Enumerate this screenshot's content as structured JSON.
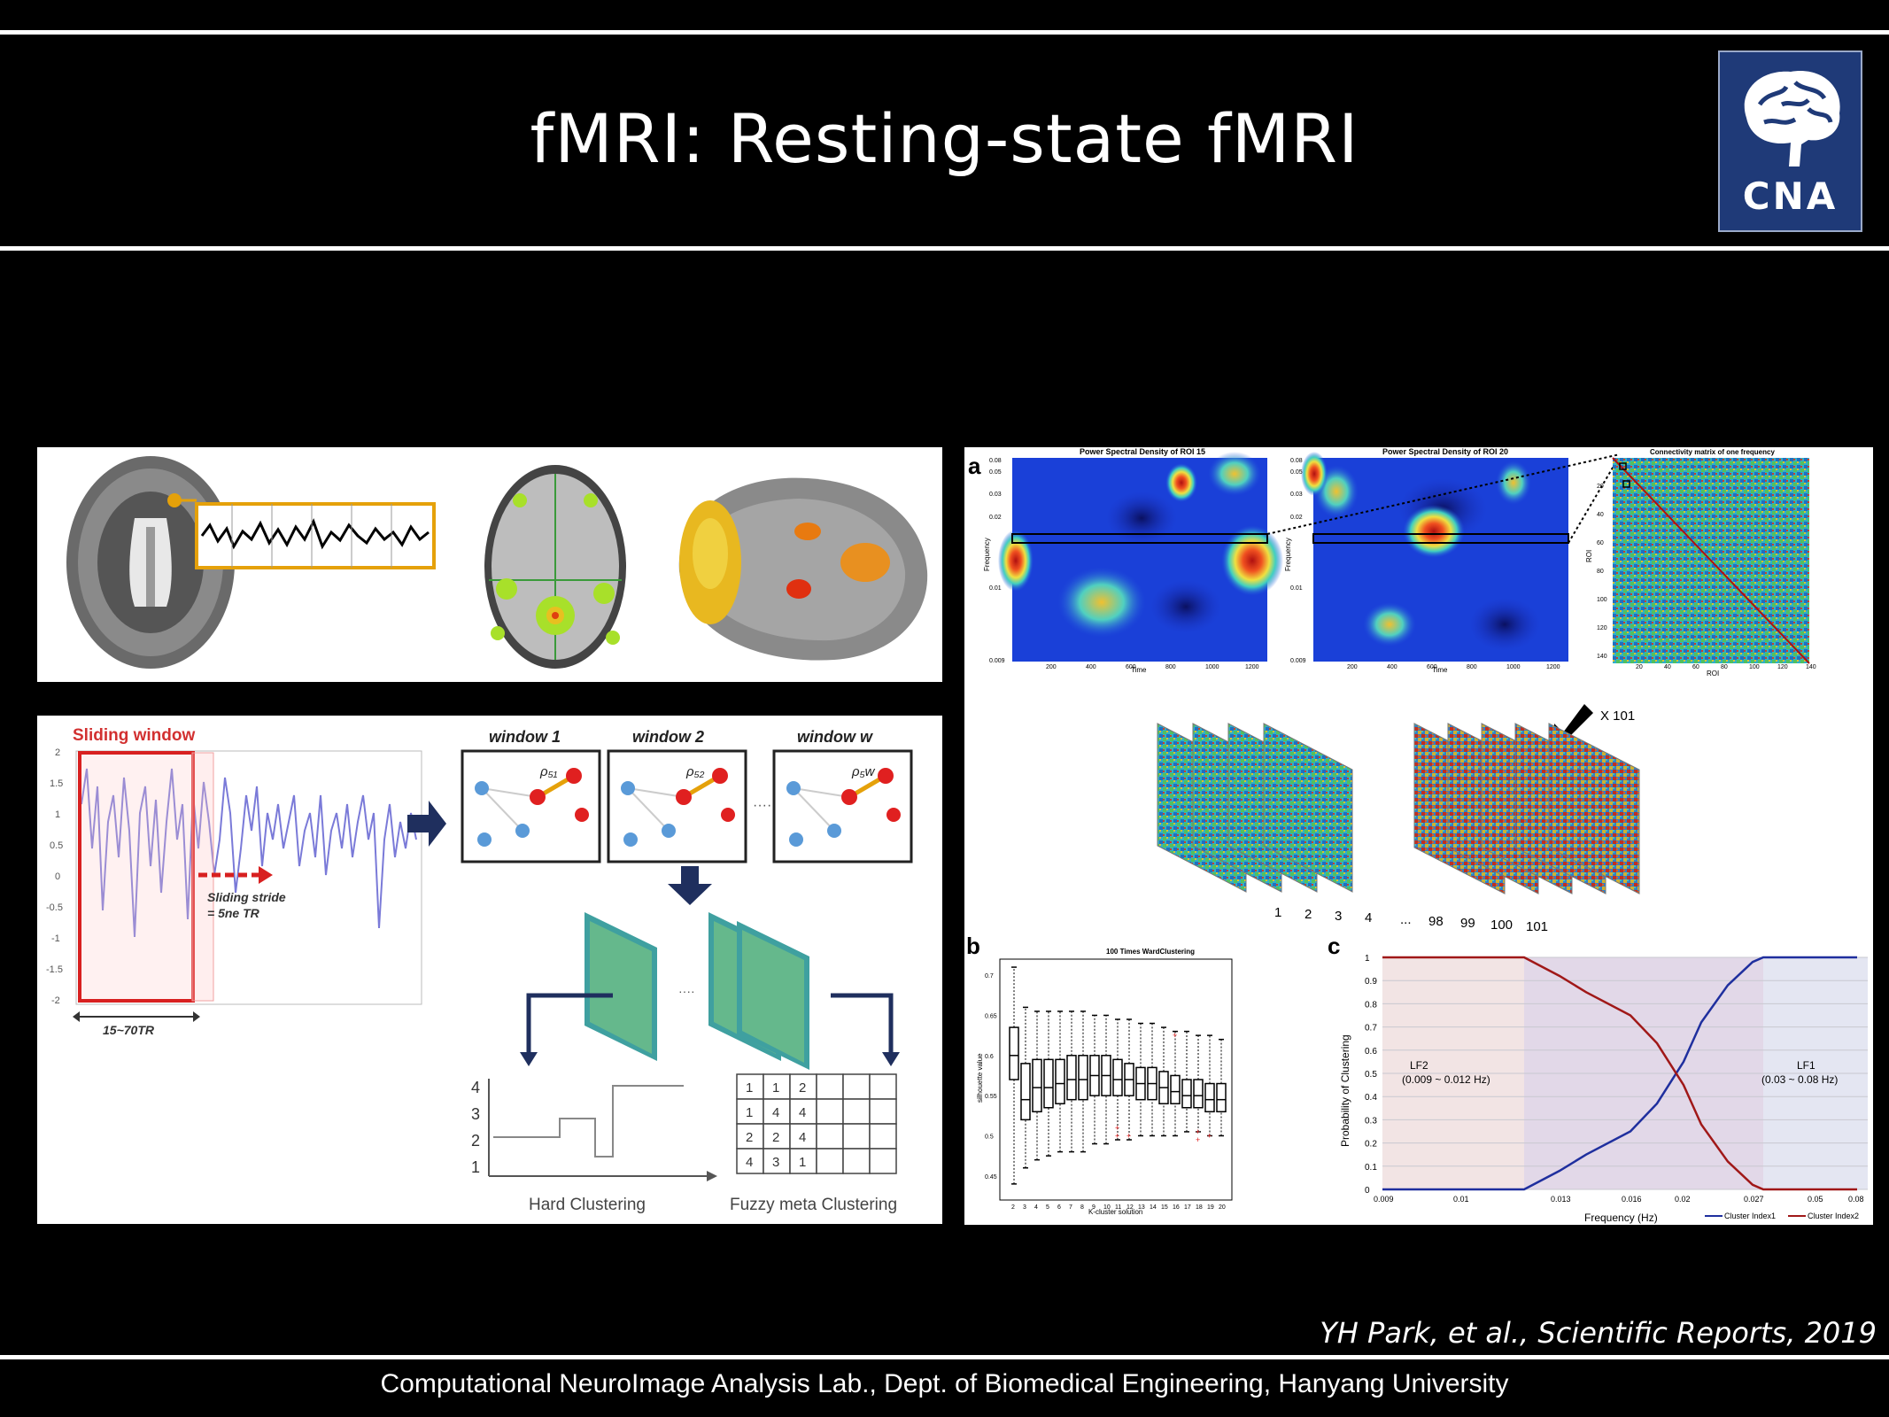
{
  "slide": {
    "title": "fMRI: Resting-state fMRI",
    "logo_text": "CNA",
    "citation": "YH Park, et al., Scientific Reports, 2019",
    "footer": "Computational NeuroImage Analysis Lab., Dept. of Biomedical Engineering, Hanyang University"
  },
  "sliding_panel": {
    "title": "Sliding window",
    "stride_label_1": "Sliding stride",
    "stride_label_2": "= 5ne TR",
    "width_label": "15~70TR",
    "yticks": [
      "2",
      "1.5",
      "1",
      "0.5",
      "0",
      "-0.5",
      "-1",
      "-1.5",
      "-2"
    ],
    "window_labels": [
      "window 1",
      "window 2",
      "window w"
    ],
    "rho_labels": [
      "ρ₅₁",
      "ρ₅₂",
      "ρ₅w"
    ],
    "hard_label": "Hard Clustering",
    "fuzzy_label": "Fuzzy meta Clustering",
    "hard_yticks": [
      "4",
      "3",
      "2",
      "1"
    ],
    "fuzzy_grid": [
      [
        "1",
        "1",
        "2"
      ],
      [
        "1",
        "4",
        "4"
      ],
      [
        "2",
        "2",
        "4"
      ],
      [
        "4",
        "3",
        "1"
      ]
    ]
  },
  "psd_panel": {
    "letter": "a",
    "title_1": "Power Spectral Density of ROI 15",
    "title_2": "Power Spectral Density of ROI 20",
    "title_3": "Connectivity matrix of one frequency",
    "ylabel": "Frequency",
    "xlabel": "Time",
    "yticks": [
      "0.08",
      "0.05",
      "0.03",
      "0.02",
      "0.01",
      "0.009"
    ],
    "xticks": [
      "200",
      "400",
      "600",
      "800",
      "1000",
      "1200"
    ],
    "roi_ticks_y": [
      "20",
      "40",
      "60",
      "80",
      "100",
      "120",
      "140"
    ],
    "roi_ticks_x": [
      "20",
      "40",
      "60",
      "80",
      "100",
      "120",
      "140"
    ],
    "roi_label": "ROI",
    "multiplier": "X 101",
    "stack_left_labels": [
      "1",
      "2",
      "3",
      "4"
    ],
    "stack_right_labels": [
      "...",
      "98",
      "99",
      "100",
      "101"
    ]
  },
  "chart_data": [
    {
      "type": "box",
      "letter": "b",
      "title": "100 Times WardClustering",
      "xlabel": "K-cluster solution",
      "ylabel": "silhouette value",
      "categories": [
        "2",
        "3",
        "4",
        "5",
        "6",
        "7",
        "8",
        "9",
        "10",
        "11",
        "12",
        "13",
        "14",
        "15",
        "16",
        "17",
        "18",
        "19",
        "20"
      ],
      "medians": [
        0.6,
        0.545,
        0.56,
        0.56,
        0.565,
        0.57,
        0.57,
        0.575,
        0.575,
        0.57,
        0.57,
        0.565,
        0.565,
        0.56,
        0.555,
        0.55,
        0.55,
        0.545,
        0.545
      ],
      "q1": [
        0.57,
        0.52,
        0.53,
        0.535,
        0.54,
        0.545,
        0.545,
        0.55,
        0.55,
        0.55,
        0.55,
        0.545,
        0.545,
        0.54,
        0.54,
        0.535,
        0.535,
        0.53,
        0.53
      ],
      "q3": [
        0.635,
        0.59,
        0.595,
        0.595,
        0.595,
        0.6,
        0.6,
        0.6,
        0.6,
        0.595,
        0.59,
        0.585,
        0.585,
        0.58,
        0.575,
        0.57,
        0.57,
        0.565,
        0.565
      ],
      "whisker_low": [
        0.44,
        0.46,
        0.47,
        0.475,
        0.48,
        0.48,
        0.48,
        0.49,
        0.49,
        0.495,
        0.495,
        0.5,
        0.5,
        0.5,
        0.5,
        0.505,
        0.505,
        0.5,
        0.5
      ],
      "whisker_high": [
        0.71,
        0.66,
        0.655,
        0.655,
        0.655,
        0.655,
        0.655,
        0.65,
        0.65,
        0.645,
        0.645,
        0.64,
        0.64,
        0.635,
        0.63,
        0.63,
        0.625,
        0.625,
        0.62
      ],
      "outliers": [
        {
          "x": "11",
          "y": 0.51
        },
        {
          "x": "11",
          "y": 0.5
        },
        {
          "x": "12",
          "y": 0.5
        },
        {
          "x": "16",
          "y": 0.625
        },
        {
          "x": "18",
          "y": 0.505
        },
        {
          "x": "18",
          "y": 0.495
        },
        {
          "x": "19",
          "y": 0.5
        }
      ],
      "yticks": [
        "0.7",
        "0.65",
        "0.6",
        "0.55",
        "0.5",
        "0.45"
      ],
      "ylim": [
        0.42,
        0.72
      ]
    },
    {
      "type": "line",
      "letter": "c",
      "xlabel": "Frequency (Hz)",
      "ylabel": "Probability of Clustering",
      "x_ticks": [
        "0.009",
        "0.01",
        "0.013",
        "0.016",
        "0.02",
        "0.027",
        "0.05",
        "0.08"
      ],
      "y_ticks": [
        "1",
        "0.9",
        "0.8",
        "0.7",
        "0.6",
        "0.5",
        "0.4",
        "0.3",
        "0.2",
        "0.1",
        "0"
      ],
      "ylim": [
        0,
        1
      ],
      "x": [
        "0.009",
        "0.01",
        "0.012",
        "0.013",
        "0.014",
        "0.016",
        "0.018",
        "0.02",
        "0.022",
        "0.024",
        "0.027",
        "0.03",
        "0.05",
        "0.08"
      ],
      "series": [
        {
          "name": "Cluster Index1",
          "color": "#1f2f9e",
          "values": [
            0,
            0,
            0,
            0.08,
            0.15,
            0.25,
            0.37,
            0.55,
            0.72,
            0.88,
            0.98,
            1,
            1,
            1
          ]
        },
        {
          "name": "Cluster Index2",
          "color": "#a01818",
          "values": [
            1,
            1,
            1,
            0.92,
            0.85,
            0.75,
            0.63,
            0.45,
            0.28,
            0.12,
            0.02,
            0,
            0,
            0
          ]
        }
      ],
      "annotations": [
        {
          "label": "LF2",
          "range": "(0.009 ~ 0.012 Hz)"
        },
        {
          "label": "LF1",
          "range": "(0.03 ~ 0.08 Hz)"
        }
      ]
    }
  ]
}
